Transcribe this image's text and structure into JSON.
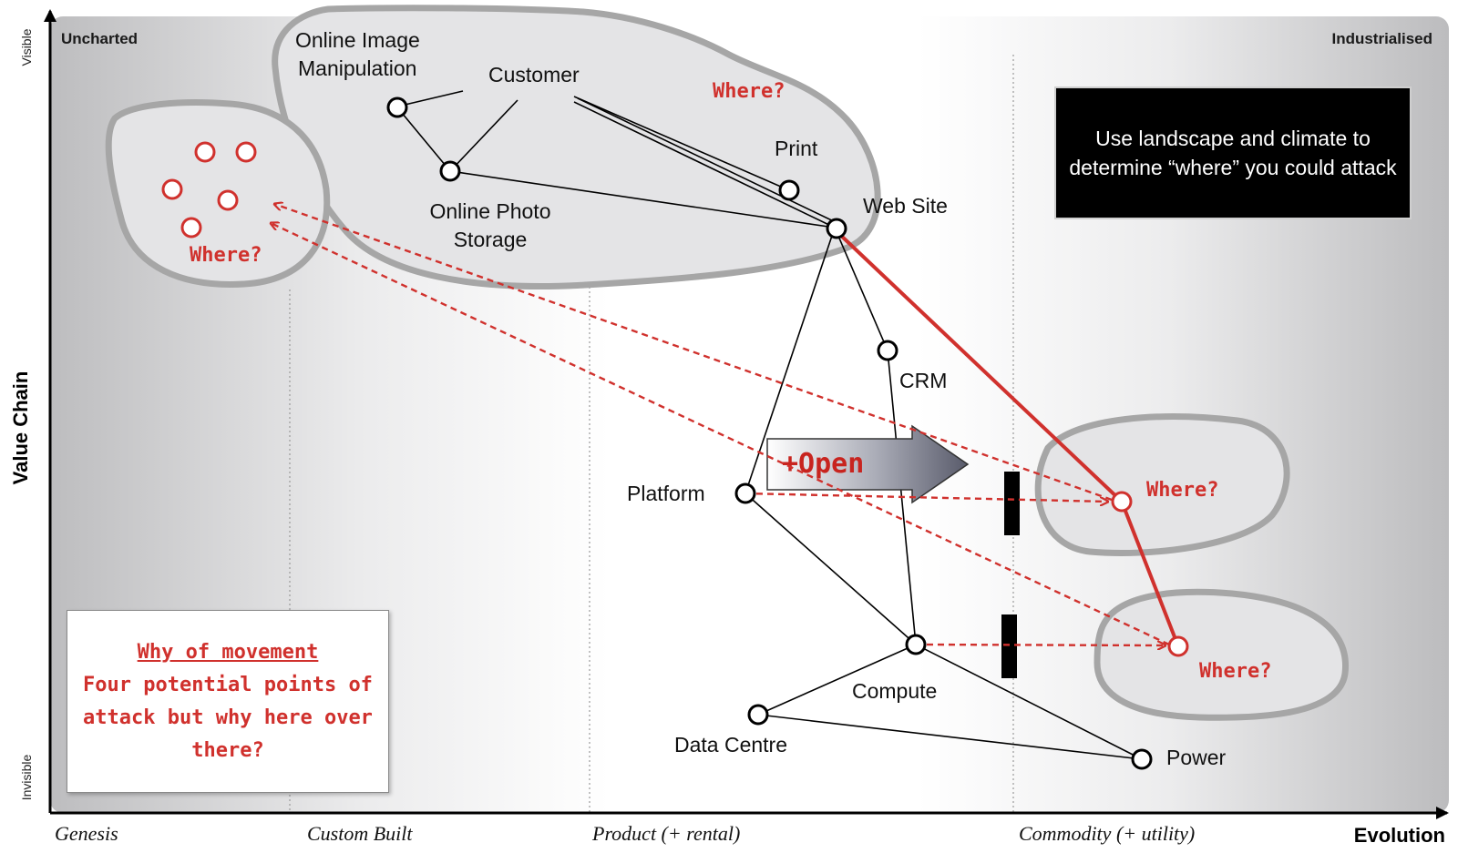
{
  "corners": {
    "top_left": "Uncharted",
    "top_right": "Industrialised"
  },
  "axes": {
    "y_title": "Value Chain",
    "y_top": "Visible",
    "y_bottom": "Invisible",
    "x_title": "Evolution"
  },
  "stages": [
    "Genesis",
    "Custom Built",
    "Product (+ rental)",
    "Commodity (+ utility)"
  ],
  "components": {
    "online_image": [
      "Online Image",
      "Manipulation"
    ],
    "customer": "Customer",
    "online_photo": [
      "Online Photo",
      "Storage"
    ],
    "print": "Print",
    "web_site": "Web Site",
    "crm": "CRM",
    "platform": "Platform",
    "compute": "Compute",
    "data_centre": "Data Centre",
    "power": "Power"
  },
  "where_labels": {
    "top": "Where?",
    "left": "Where?",
    "right_upper": "Where?",
    "right_lower": "Where?"
  },
  "open_arrow": "+Open",
  "callout": "Use landscape and climate to determine “where” you could attack",
  "note": {
    "title": "Why of movement",
    "body": "Four potential points of attack but why here over there?"
  },
  "colors": {
    "accent_red": "#d0312d",
    "cluster_fill": "#e4e4e6",
    "cluster_stroke": "#a6a6a6",
    "callout_bg": "#000000"
  }
}
